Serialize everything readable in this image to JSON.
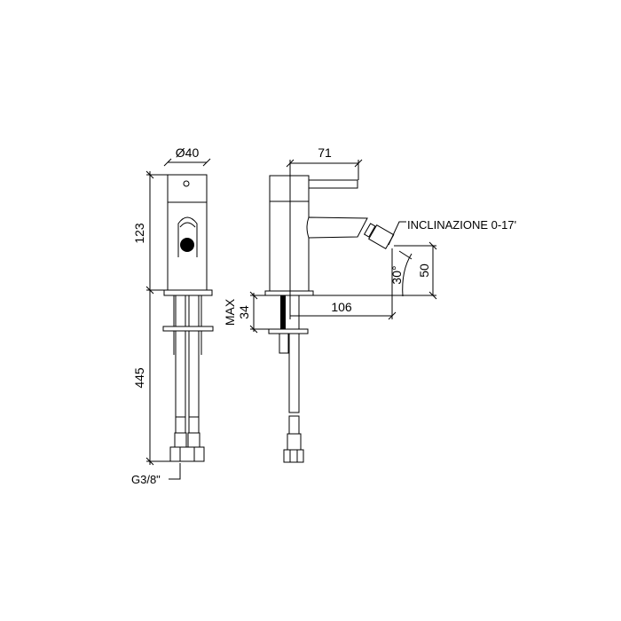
{
  "title": "Bidet mixer technical drawing",
  "front_view": {
    "dim_diameter": "Ø40",
    "dim_body_height": "123",
    "dim_hose_length": "445",
    "dim_thread": "G3/8\""
  },
  "side_view": {
    "dim_lever_reach": "71",
    "dim_spout_reach": "106",
    "dim_spout_height": "50",
    "dim_angle": "30°",
    "dim_max_label": "MAX",
    "dim_max_thickness": "34",
    "inclination_label": "INCLINAZIONE 0-17'"
  }
}
